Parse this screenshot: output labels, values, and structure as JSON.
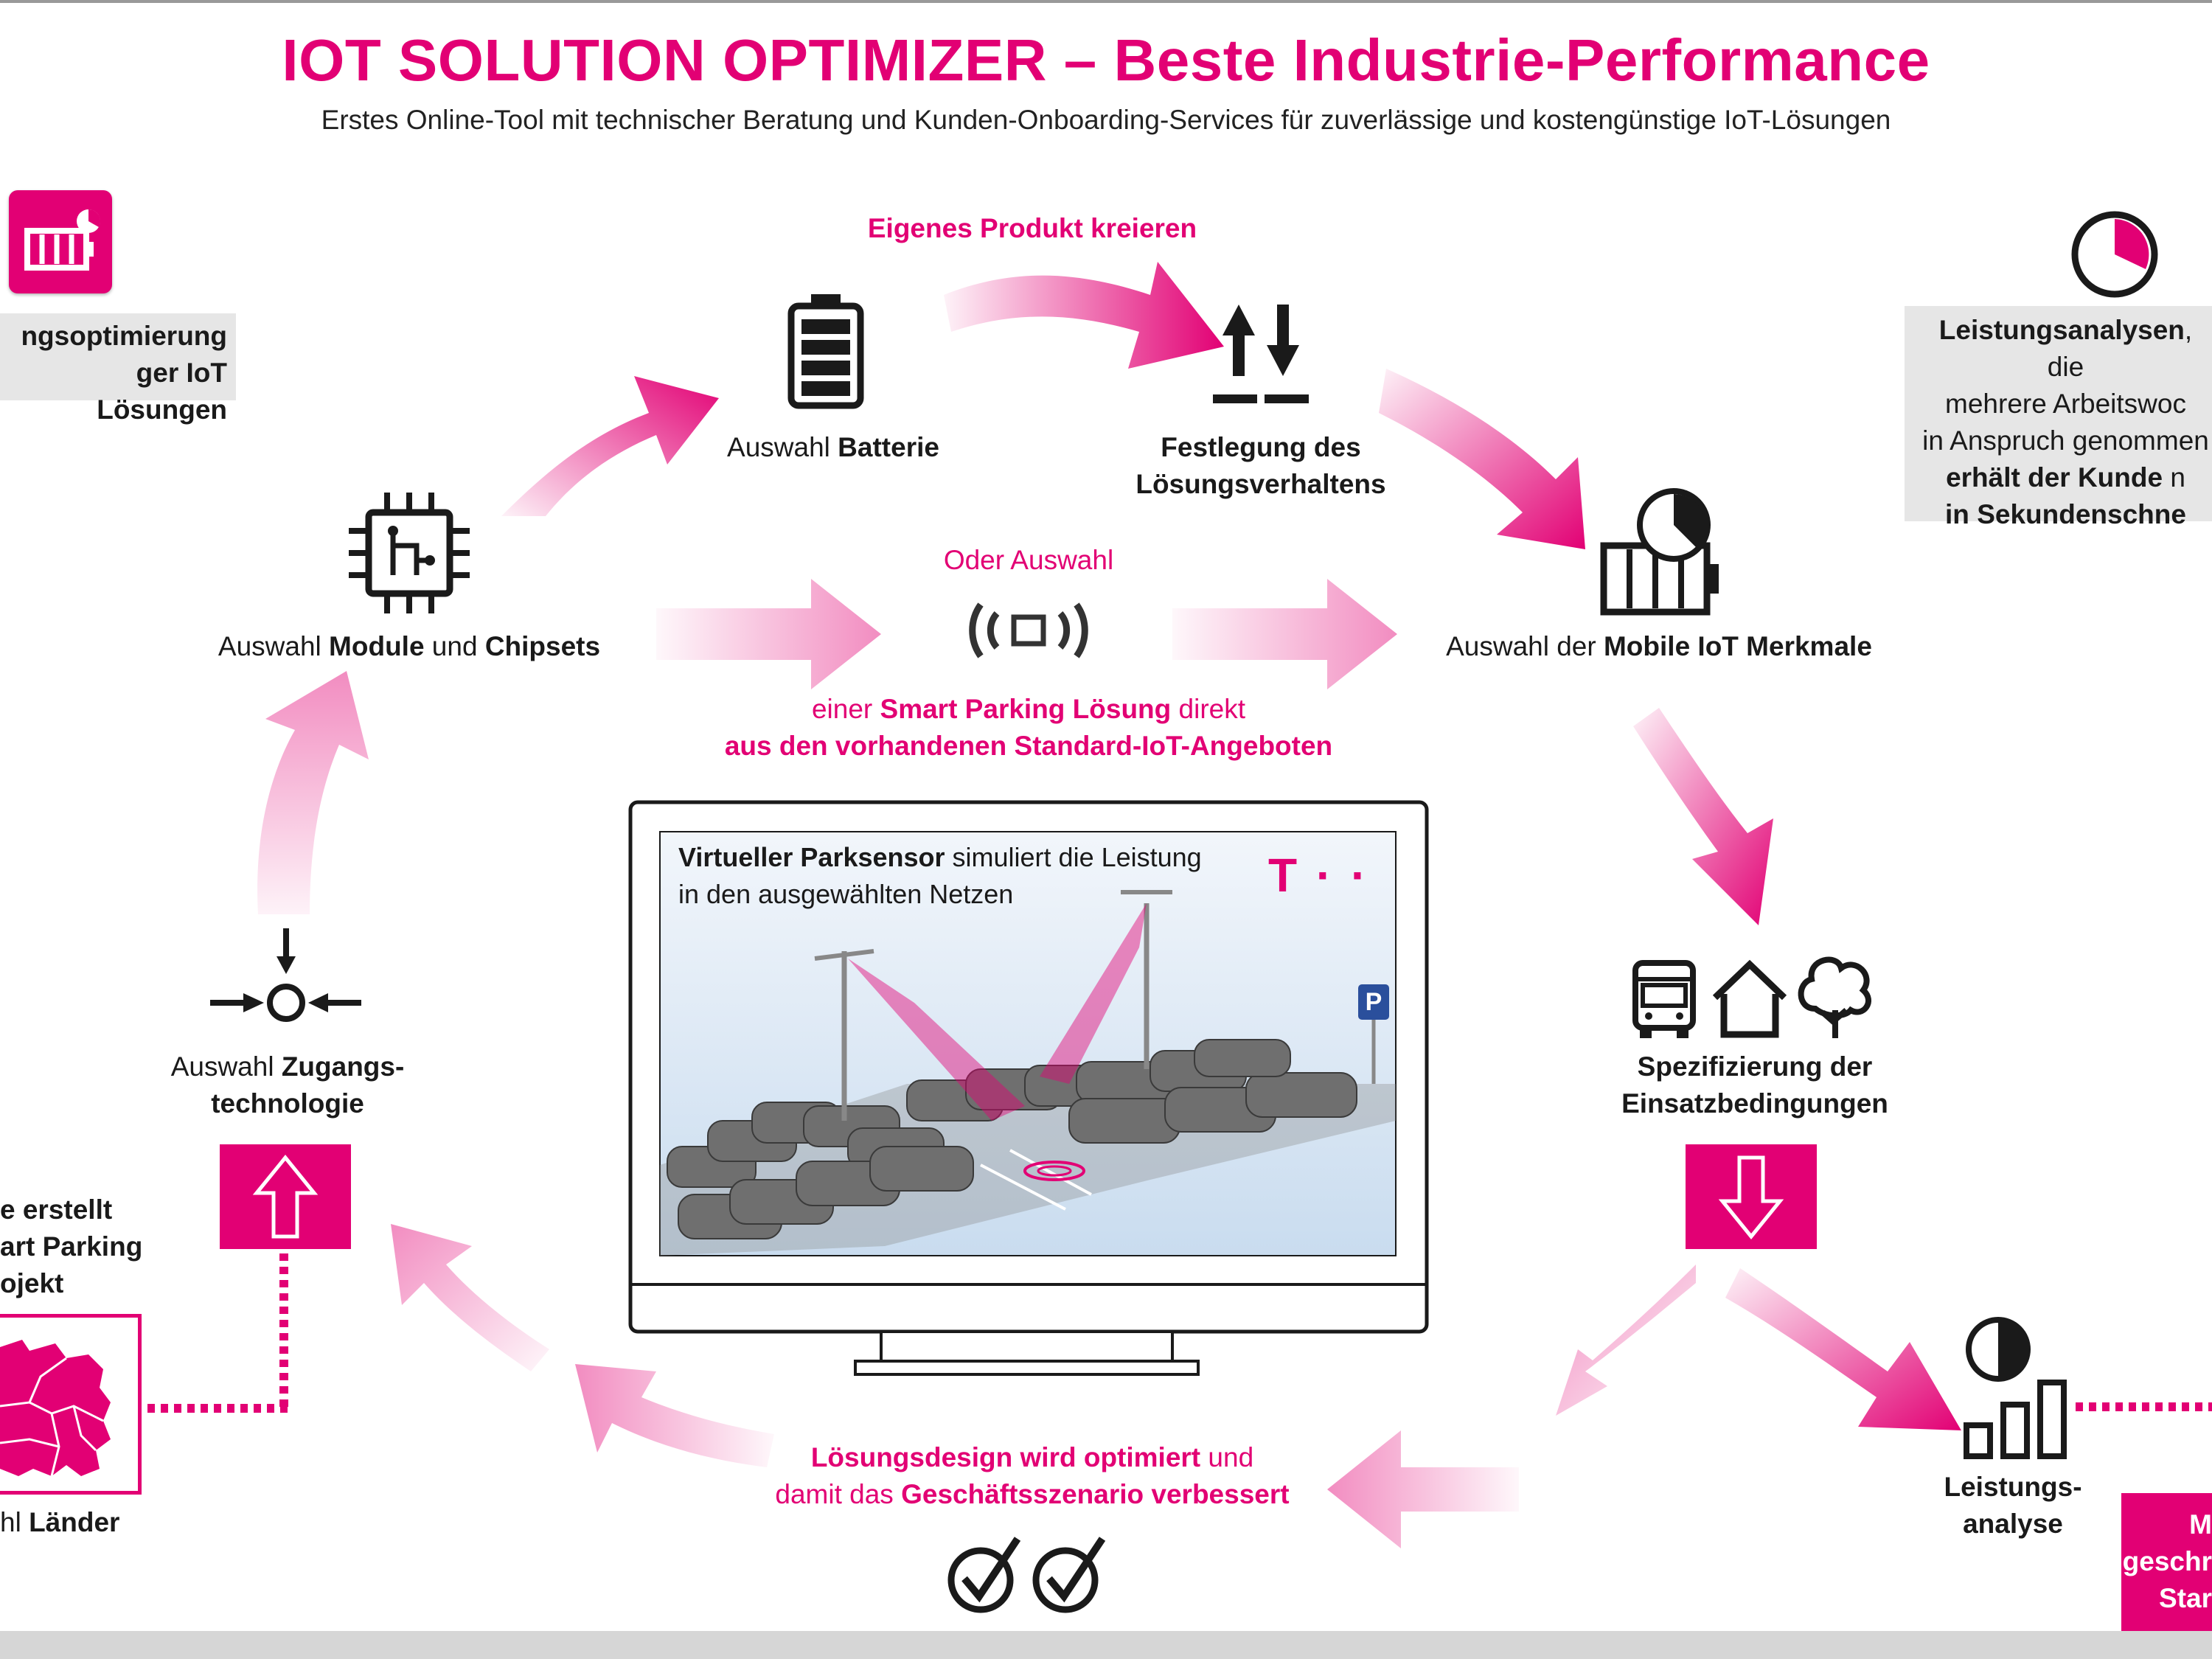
{
  "header": {
    "title": "IOT SOLUTION OPTIMIZER – Beste Industrie-Performance",
    "subtitle": "Erstes Online-Tool mit technischer Beratung und Kunden-Onboarding-Services für zuverlässige und kostengünstige IoT-Lösungen"
  },
  "left_panel": {
    "line1": "ngsoptimierung",
    "line2": "ger IoT Lösungen"
  },
  "right_panel": {
    "line1_bold": "Leistungsanalysen",
    "line1_rest": ", die",
    "line2": "mehrere Arbeitswoc",
    "line3": "in Anspruch genommen",
    "line4_bold": "erhält der Kunde",
    "line4_rest": " n",
    "line5": "in Sekundenschne"
  },
  "steps": {
    "eigenes_produkt": "Eigenes Produkt kreieren",
    "batterie_prefix": "Auswahl ",
    "batterie_bold": "Batterie",
    "festlegung_line1": "Festlegung des",
    "festlegung_line2": "Lösungsverhaltens",
    "module_prefix": "Auswahl ",
    "module_bold1": "Module",
    "module_mid": " und ",
    "module_bold2": "Chipsets",
    "oder_auswahl": "Oder Auswahl",
    "merkmale_prefix": "Auswahl der ",
    "merkmale_bold": "Mobile IoT Merkmale",
    "smart_line1_prefix": "einer ",
    "smart_line1_bold": "Smart Parking Lösung",
    "smart_line1_suffix": " direkt",
    "smart_line2": "aus den vorhandenen Standard-IoT-Angeboten",
    "zugang_prefix": "Auswahl ",
    "zugang_bold1": "Zugangs-",
    "zugang_bold2": "technologie",
    "spezifizierung_line1": "Spezifizierung der",
    "spezifizierung_line2": "Einsatzbedingungen",
    "left_partial_line1": "e erstellt",
    "left_partial_line2": "art Parking",
    "left_partial_line3": "ojekt",
    "laender_prefix": "hl ",
    "laender_bold": "Länder",
    "optimiert_bold1": "Lösungsdesign wird optimiert",
    "optimiert_rest1": " und",
    "optimiert_prefix2": "damit das ",
    "optimiert_bold2": "Geschäftsszenario verbessert",
    "leistung_line1": "Leistungs-",
    "leistung_line2": "analyse",
    "right_mag_line1": "M",
    "right_mag_line2": "geschr",
    "right_mag_line3": "Star"
  },
  "monitor": {
    "caption_bold": "Virtueller Parksensor",
    "caption_rest": " simuliert die Leistung",
    "caption_line2": "in den ausgewählten Netzen",
    "brand_mark": "T · ·",
    "parking_sign": "P"
  },
  "colors": {
    "accent": "#e20074",
    "gray_box": "#e6e6e6",
    "screen_bg": "#dfeaf6"
  },
  "icons": [
    "iot-optimizer-app-icon",
    "pie-clock-icon",
    "battery-icon",
    "up-down-arrows-icon",
    "chip-icon",
    "signal-tag-icon",
    "battery-pie-icon",
    "access-point-icon",
    "bus-icon",
    "house-icon",
    "tree-icon",
    "up-arrow-box-icon",
    "down-arrow-box-icon",
    "map-icon",
    "bar-chart-pie-icon",
    "checkmark-icon"
  ]
}
